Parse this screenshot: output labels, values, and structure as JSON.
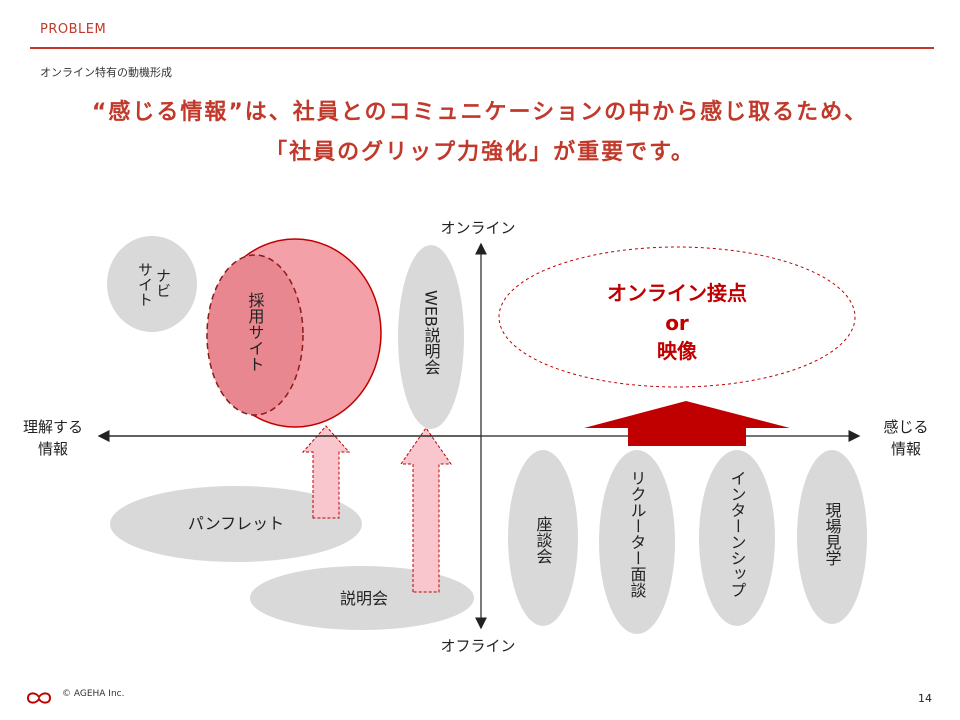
{
  "header": {
    "section_label": "PROBLEM",
    "subtitle": "オンライン特有の動機形成",
    "headline_line1": "“感じる情報”は、社員とのコミュニケーションの中から感じ取るため、",
    "headline_line2": "「社員のグリップ力強化」が重要です。"
  },
  "axes": {
    "top": "オンライン",
    "bottom": "オフライン",
    "left_line1": "理解する",
    "left_line2": "情報",
    "right_line1": "感じる",
    "right_line2": "情報"
  },
  "items": {
    "navi_site_col1": "ナビ",
    "navi_site_col2": "サイト",
    "recruit_site": "採用サイト",
    "web_briefing": "WEB説明会",
    "pamphlet": "パンフレット",
    "briefing": "説明会",
    "roundtable": "座談会",
    "recruiter_interview": "リクルーター面談",
    "internship": "インターンシップ",
    "site_visit": "現場見学"
  },
  "callout": {
    "line1": "オンライン接点",
    "line2": "or",
    "line3": "映像"
  },
  "footer": {
    "copyright": "© AGEHA Inc.",
    "page_number": "14"
  },
  "colors": {
    "accent": "#c0392b",
    "dark_red": "#c00000",
    "pink_fill": "#f4a0a8",
    "pink_light": "#f8c6cc",
    "gray_fill": "#d9d9d9"
  }
}
